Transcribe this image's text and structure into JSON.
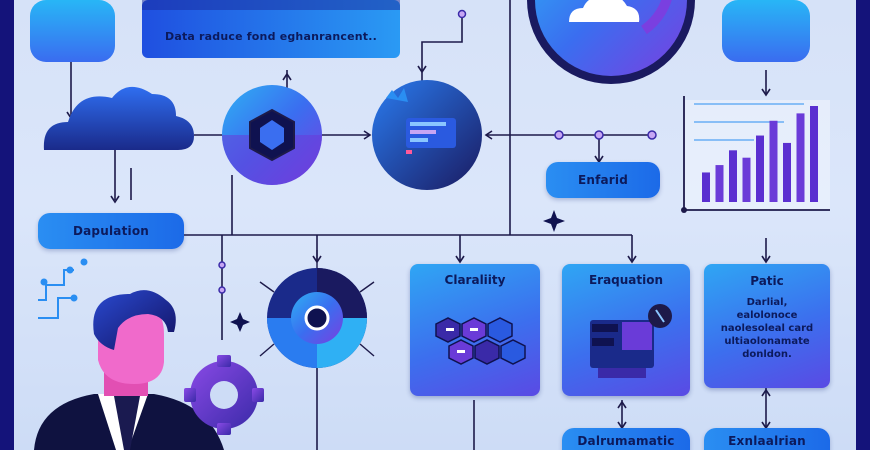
{
  "top_banner": {
    "text": "Data raduce fond eghanrancent.."
  },
  "labels": {
    "left_pill": "Dapulation",
    "right_pill": "Enfarid",
    "bottom_mid": "Dalrumamatic",
    "bottom_right": "Exnlaalrian"
  },
  "cards": {
    "clarality": {
      "title": "Claraliity"
    },
    "eraquation": {
      "title": "Eraquation"
    },
    "patic": {
      "title": "Patic",
      "body": [
        "Darlial,",
        "ealolonoce",
        "naolesoleal card",
        "ultiaolonamate",
        "donldon."
      ]
    }
  },
  "colors": {
    "frame": "#14137a",
    "background": "#d6e2f8",
    "accent_blue": "#2a8ef2",
    "accent_purple": "#6a3bd8",
    "dark_navy": "#0c1a5c",
    "line": "#1d1a4a"
  },
  "chart_data": {
    "type": "bar",
    "values": [
      4,
      5,
      7,
      6,
      9,
      11,
      8,
      12,
      13
    ]
  }
}
